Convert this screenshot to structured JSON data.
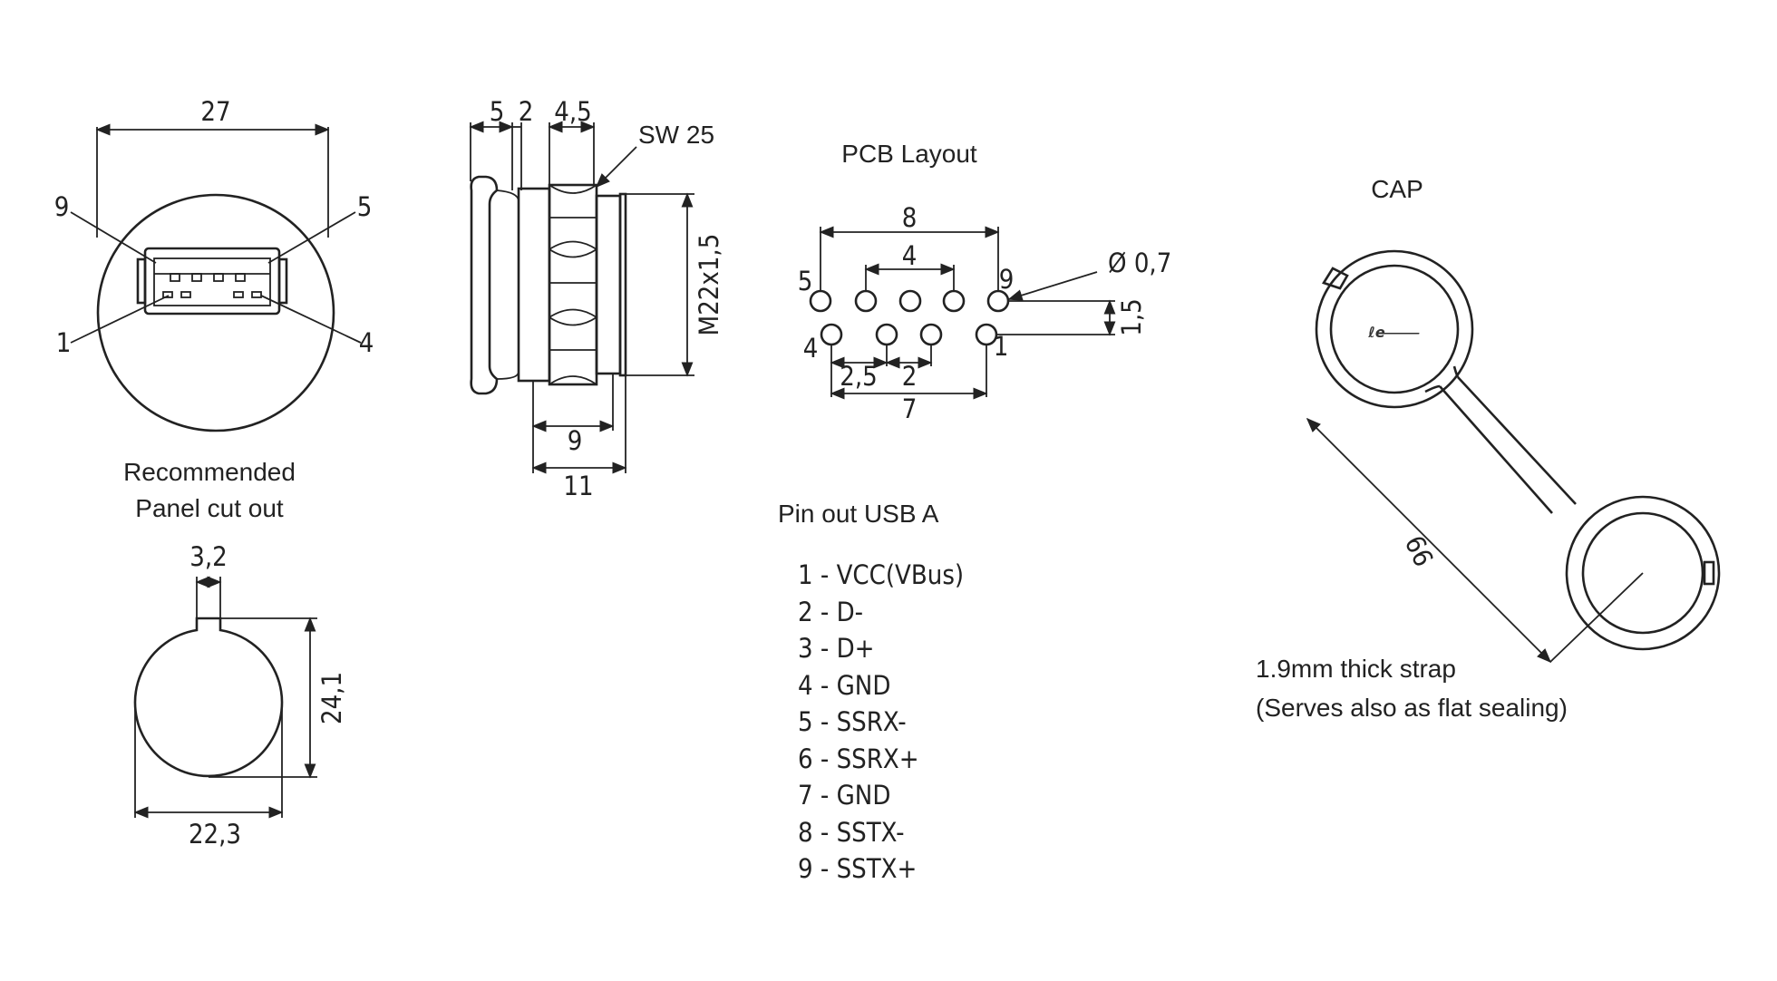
{
  "titles": {
    "pcb_layout": "PCB Layout",
    "cap": "CAP",
    "cutout_line1": "Recommended",
    "cutout_line2": "Panel cut out",
    "pinout": "Pin out USB A"
  },
  "front_view": {
    "dim_width": "27",
    "pin_labels": [
      "9",
      "5",
      "1",
      "4"
    ]
  },
  "side_view": {
    "dims_top": [
      "5",
      "2",
      "4,5"
    ],
    "wrench_size": "SW 25",
    "thread": "M22x1,5",
    "dims_bottom": [
      "9",
      "11"
    ]
  },
  "pcb": {
    "dim_outer": "8",
    "dim_inner": "4",
    "hole_dia": "Ø 0,7",
    "row_pitch": "1,5",
    "dim_pitch_a": "2,5",
    "dim_pitch_b": "2",
    "dim_bottom": "7",
    "pin_labels": [
      "5",
      "9",
      "4",
      "1"
    ]
  },
  "cutout": {
    "key_width": "3,2",
    "height": "24,1",
    "diameter": "22,3"
  },
  "pinout": [
    "1 - VCC(VBus)",
    "2 - D-",
    "3 - D+",
    "4 - GND",
    "5 - SSRX-",
    "6 - SSRX+",
    "7 - GND",
    "8 - SSTX-",
    "9 - SSTX+"
  ],
  "cap": {
    "length": "66",
    "note_line1": "1.9mm thick strap",
    "note_line2": "(Serves also as flat sealing)"
  }
}
